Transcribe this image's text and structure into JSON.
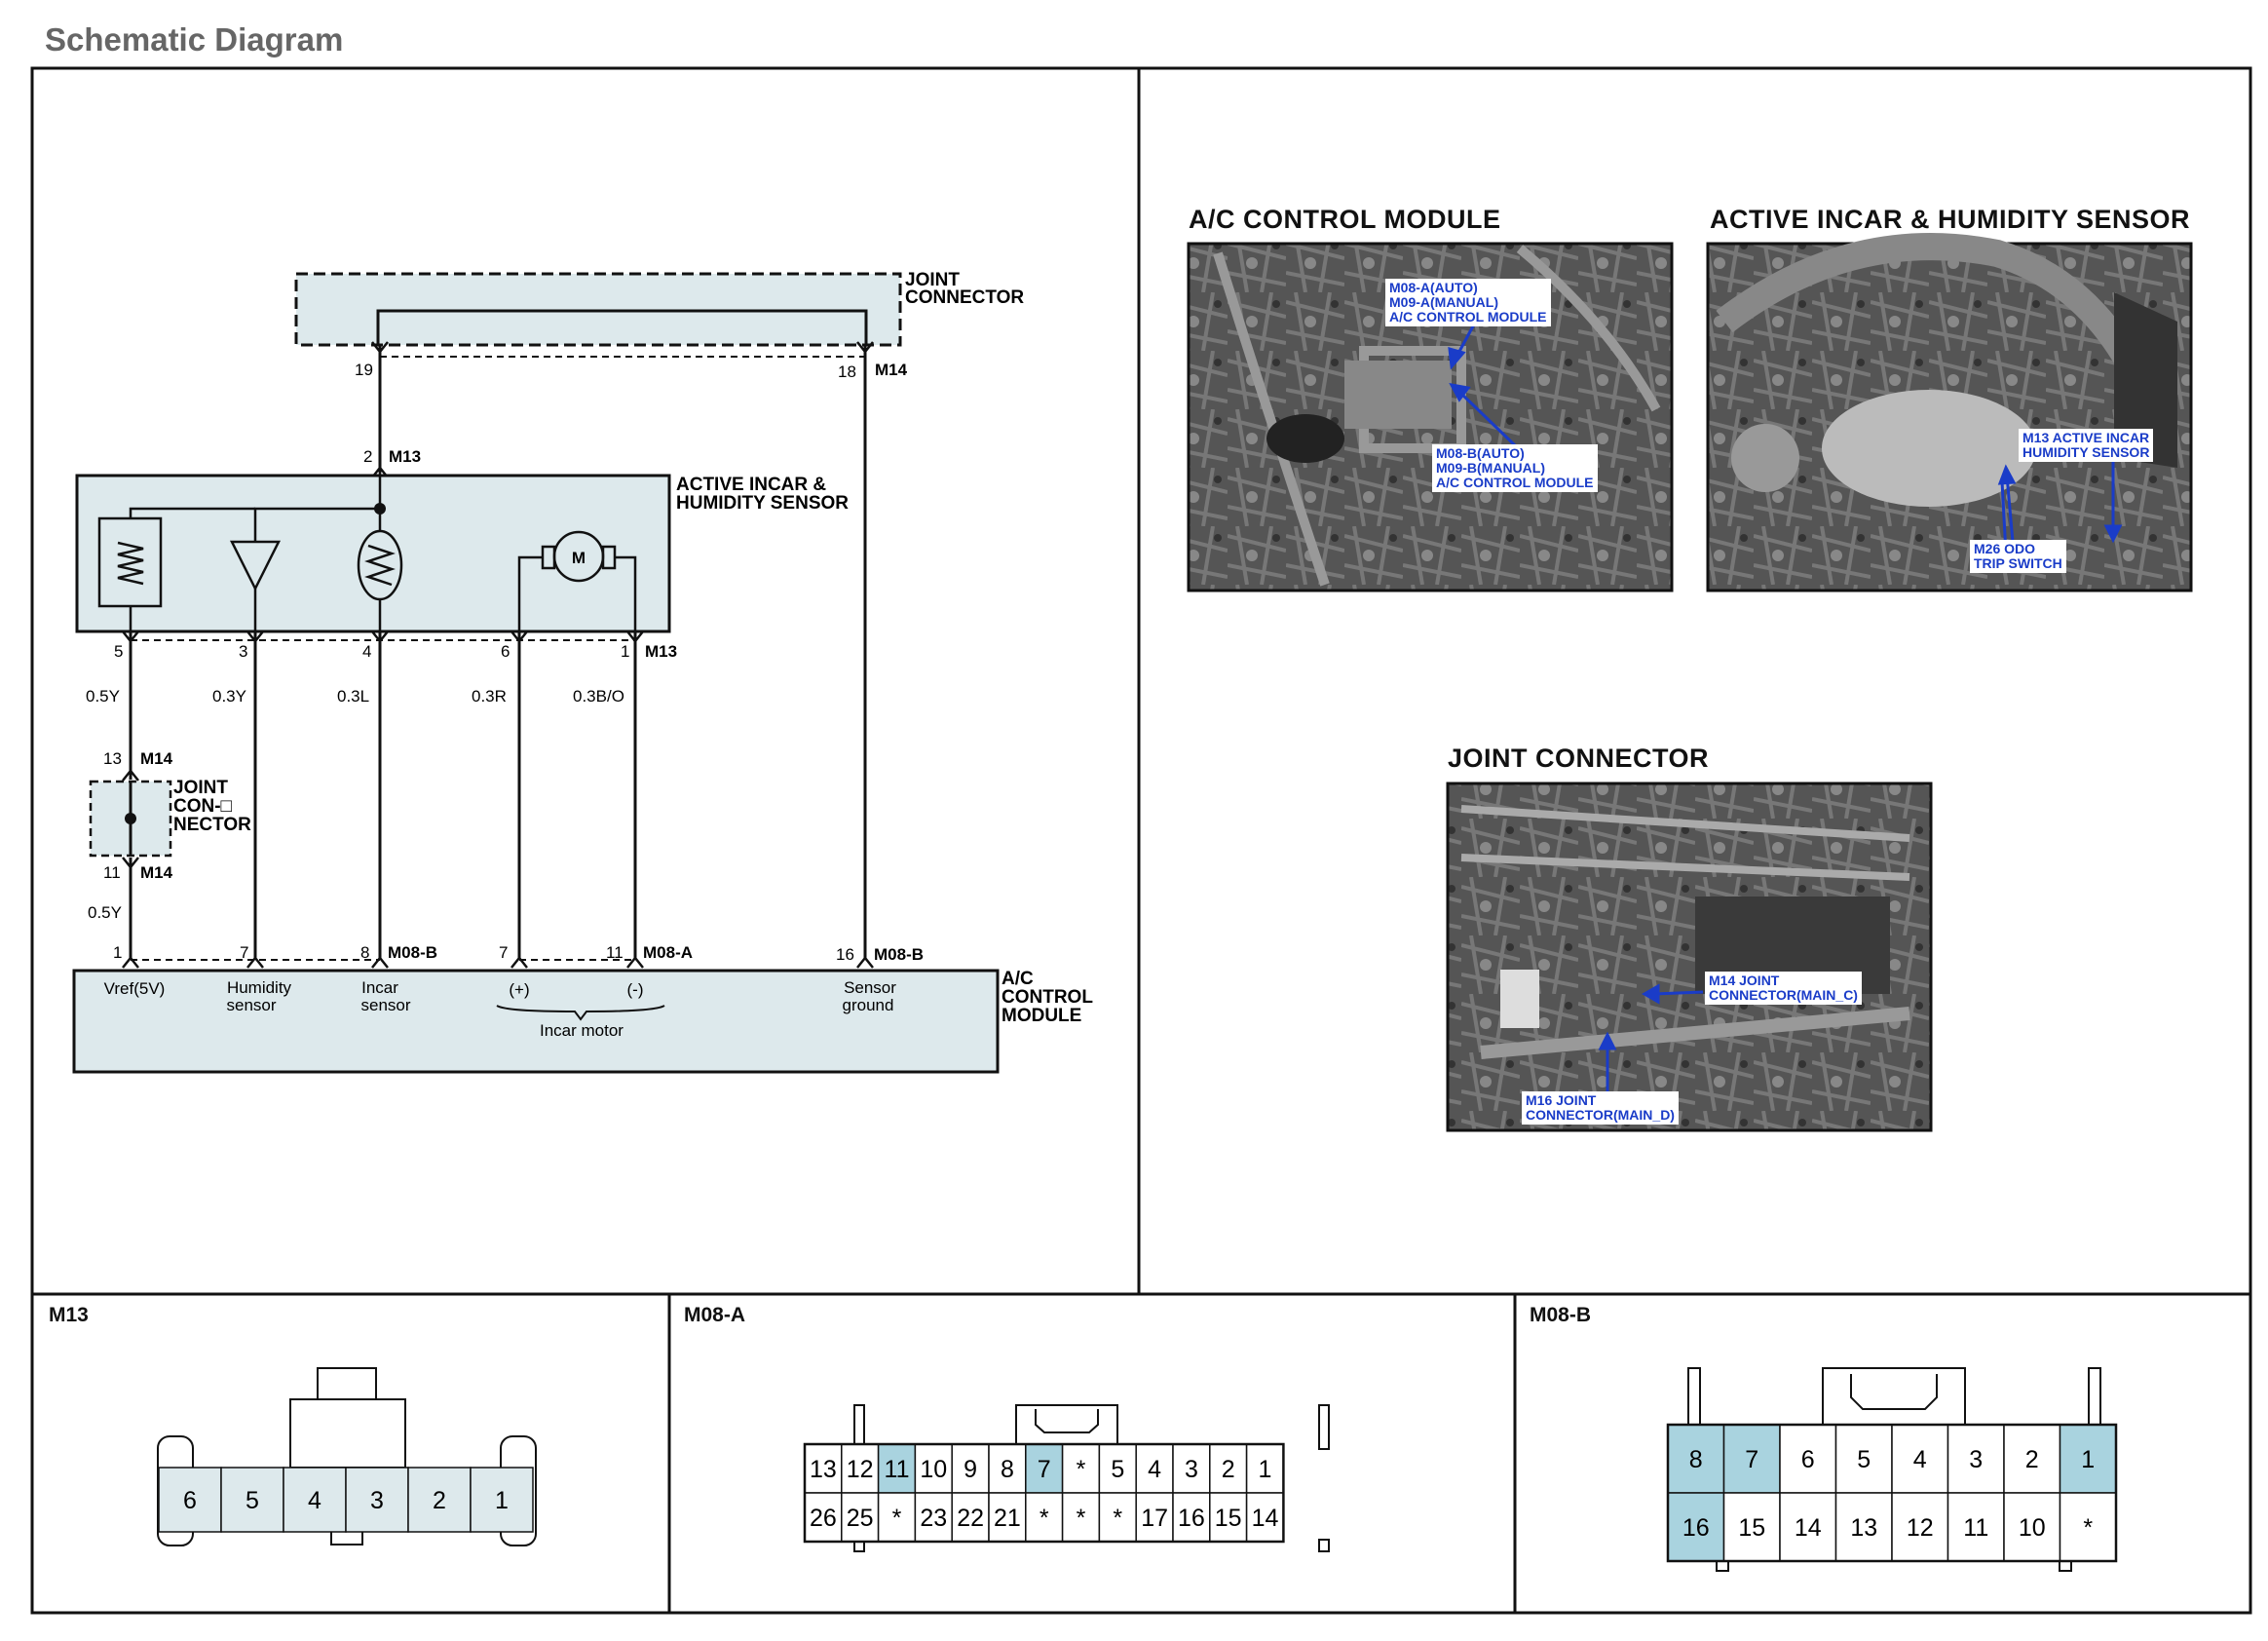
{
  "page_title": "Schematic Diagram",
  "joint_connector_top": {
    "line1": "JOINT",
    "line2": "CONNECTOR",
    "pin_left": "19",
    "pin_right": "18",
    "connector_right": "M14"
  },
  "sensor": {
    "name_line1": "ACTIVE INCAR &",
    "name_line2": "HUMIDITY SENSOR",
    "top_pin": "2",
    "top_connector": "M13",
    "motor_symbol": "M",
    "bottom_pins": [
      "5",
      "3",
      "4",
      "6",
      "1"
    ],
    "bottom_connector": "M13"
  },
  "wires": [
    "0.5Y",
    "0.3Y",
    "0.3L",
    "0.3R",
    "0.3B/O"
  ],
  "joint_connector_small": {
    "line1": "JOINT",
    "line2": "CON-□",
    "line3": "NECTOR",
    "pin_top": "13",
    "pin_top_connector": "M14",
    "pin_bottom": "11",
    "pin_bottom_connector": "M14",
    "wire_below": "0.5Y"
  },
  "ac_module": {
    "line1": "A/C",
    "line2": "CONTROL",
    "line3": "MODULE",
    "pins": [
      "1",
      "7",
      "8",
      "7",
      "11",
      "16"
    ],
    "pin_connectors": {
      "b1": "M08-B",
      "a": "M08-A",
      "b2": "M08-B"
    },
    "vref": "Vref(5V)",
    "humidity_1": "Humidity",
    "humidity_2": "sensor",
    "incar_1": "Incar",
    "incar_2": "sensor",
    "plus": "(+)",
    "minus": "(-)",
    "incar_motor": "Incar motor",
    "ground_1": "Sensor",
    "ground_2": "ground"
  },
  "photos": {
    "ac": {
      "title": "A/C CONTROL MODULE",
      "callout1": [
        "M08-A(AUTO)",
        "M09-A(MANUAL)",
        "A/C CONTROL MODULE"
      ],
      "callout2": [
        "M08-B(AUTO)",
        "M09-B(MANUAL)",
        "A/C CONTROL MODULE"
      ]
    },
    "sensor": {
      "title": "ACTIVE INCAR & HUMIDITY SENSOR",
      "callout1": [
        "M13 ACTIVE INCAR",
        "HUMIDITY SENSOR"
      ],
      "callout2": [
        "M26 ODO",
        "TRIP SWITCH"
      ]
    },
    "joint": {
      "title": "JOINT CONNECTOR",
      "callout1": [
        "M14 JOINT",
        "CONNECTOR(MAIN_C)"
      ],
      "callout2": [
        "M16 JOINT",
        "CONNECTOR(MAIN_D)"
      ]
    }
  },
  "connectors": {
    "m13": {
      "label": "M13",
      "pins": [
        "6",
        "5",
        "4",
        "3",
        "2",
        "1"
      ]
    },
    "m08a": {
      "label": "M08-A",
      "row1": [
        "13",
        "12",
        "11",
        "10",
        "9",
        "8",
        "7",
        "*",
        "5",
        "4",
        "3",
        "2",
        "1"
      ],
      "row2": [
        "26",
        "25",
        "*",
        "23",
        "22",
        "21",
        "*",
        "*",
        "*",
        "17",
        "16",
        "15",
        "14"
      ]
    },
    "m08b": {
      "label": "M08-B",
      "row1": [
        "8",
        "7",
        "6",
        "5",
        "4",
        "3",
        "2",
        "1"
      ],
      "row2": [
        "16",
        "15",
        "14",
        "13",
        "12",
        "11",
        "10",
        "*"
      ]
    }
  },
  "colors": {
    "fill": "#dde9ec",
    "pin_highlight": "#a9d3df",
    "callout_text": "#1a3cc8",
    "title_gray": "#666666"
  }
}
